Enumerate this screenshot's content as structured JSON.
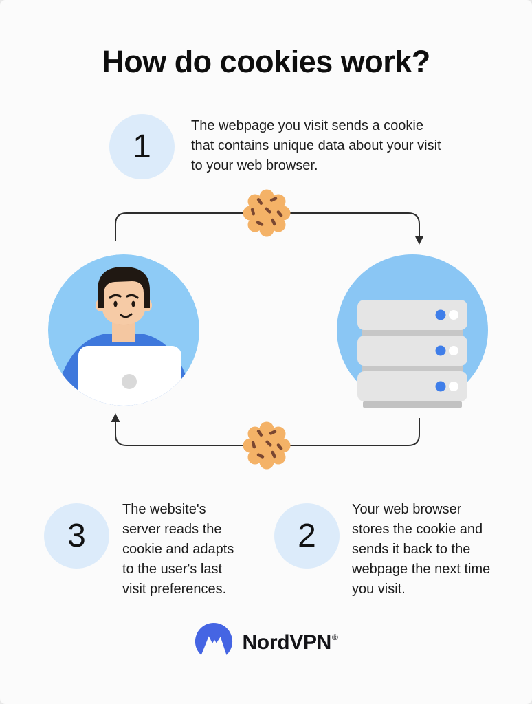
{
  "title": "How do cookies work?",
  "steps": [
    {
      "number": "1",
      "text": "The webpage you visit sends a cookie that contains unique data about your visit to your web browser."
    },
    {
      "number": "2",
      "text": "Your web browser stores the cookie and sends it back to the webpage the next time you visit."
    },
    {
      "number": "3",
      "text": "The website's server reads the cookie and adapts to the user's last visit preferences."
    }
  ],
  "diagram": {
    "left_node": "user-with-laptop-illustration",
    "right_node": "web-server-illustration",
    "flow_marker": "cookie-icon"
  },
  "footer": {
    "brand": "NordVPN",
    "registered_symbol": "®"
  },
  "colors": {
    "background": "#fbfbfb",
    "badge_blue": "#dcebfa",
    "circle_blue": "#8ecbf6",
    "shirt_blue": "#3e78dc",
    "cookie_body": "#f4b267",
    "cookie_chip": "#7a4731",
    "server_gray": "#e5e5e5",
    "server_dot_blue": "#3f7ee9",
    "arrow": "#2d2d2d",
    "brand_blue": "#4565e3",
    "text": "#1c1c1c"
  }
}
